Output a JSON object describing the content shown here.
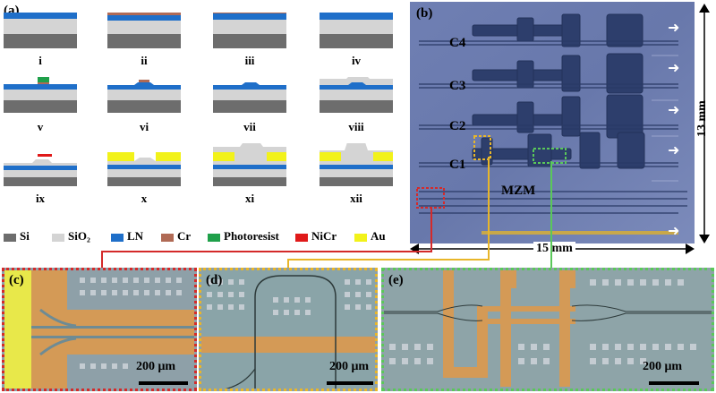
{
  "panel_a": {
    "label": "(a)",
    "steps": [
      "i",
      "ii",
      "iii",
      "iv",
      "v",
      "vi",
      "vii",
      "viii",
      "ix",
      "x",
      "xi",
      "xii"
    ]
  },
  "legend": [
    {
      "name": "Si",
      "color": "#6d6d6d"
    },
    {
      "name": "SiO₂",
      "color": "#d4d4d4"
    },
    {
      "name": "LN",
      "color": "#1f6fc9"
    },
    {
      "name": "Cr",
      "color": "#b06a55"
    },
    {
      "name": "Photoresist",
      "color": "#1fa04a"
    },
    {
      "name": "NiCr",
      "color": "#e01919"
    },
    {
      "name": "Au",
      "color": "#f2f21a"
    }
  ],
  "panel_b": {
    "label": "(b)",
    "channels": [
      "C4",
      "C3",
      "C2",
      "C1"
    ],
    "mzm": "MZM",
    "height_dim": "13 mm",
    "width_dim": "15 mm"
  },
  "panel_c": {
    "label": "(c)",
    "scale": "200 μm",
    "frame_color": "#d42a2a"
  },
  "panel_d": {
    "label": "(d)",
    "scale": "200 μm",
    "frame_color": "#e8b62a"
  },
  "panel_e": {
    "label": "(e)",
    "scale": "200 μm",
    "frame_color": "#5ac85a"
  }
}
